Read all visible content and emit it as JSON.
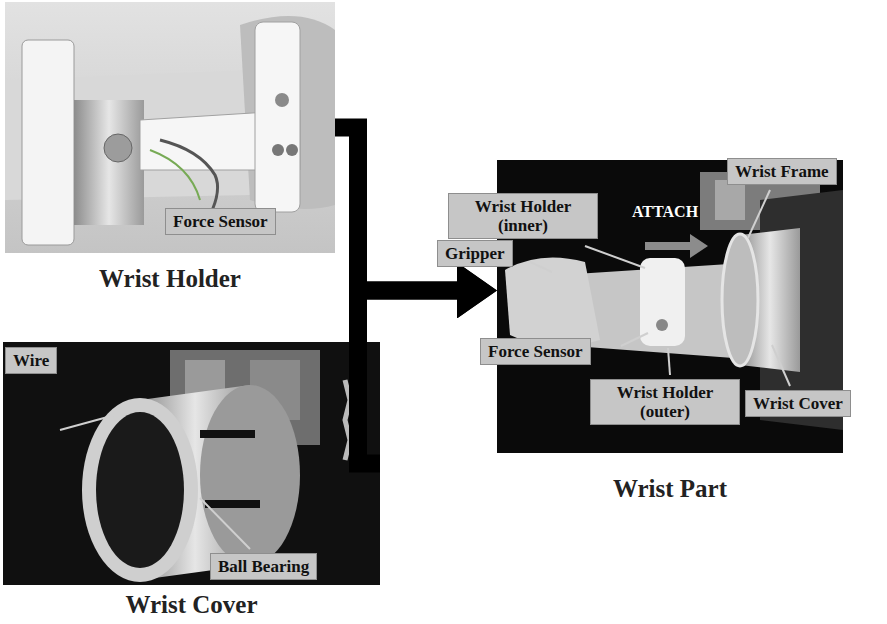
{
  "diagram": {
    "nodes": [
      {
        "text": [
          "Wrist Holder"
        ]
      },
      {
        "text": [
          "Force Sensor"
        ],
        "in": 0
      },
      {
        "text": [
          "Wrist Cover"
        ]
      },
      {
        "text": [
          "Wire"
        ],
        "in": 2
      },
      {
        "text": [
          "Ball Bearing"
        ],
        "in": 2
      },
      {
        "text": [
          "Wrist Part"
        ]
      },
      {
        "text": [
          "Wrist Frame"
        ],
        "in": 5
      },
      {
        "text": [
          "Wrist Holder (inner)"
        ],
        "in": 5
      },
      {
        "text": [
          "Gripper"
        ],
        "in": 5
      },
      {
        "text": [
          "Force Sensor"
        ],
        "in": 5
      },
      {
        "text": [
          "Wrist Holder (outer)"
        ],
        "in": 5
      },
      {
        "text": [
          "Wrist Cover"
        ],
        "in": 5
      }
    ],
    "edges": [
      {
        "from": 0,
        "to": 5,
        "arrow": "to"
      },
      {
        "from": 2,
        "to": 5,
        "arrow": "to"
      }
    ],
    "labels": [
      "ATTACH"
    ]
  }
}
